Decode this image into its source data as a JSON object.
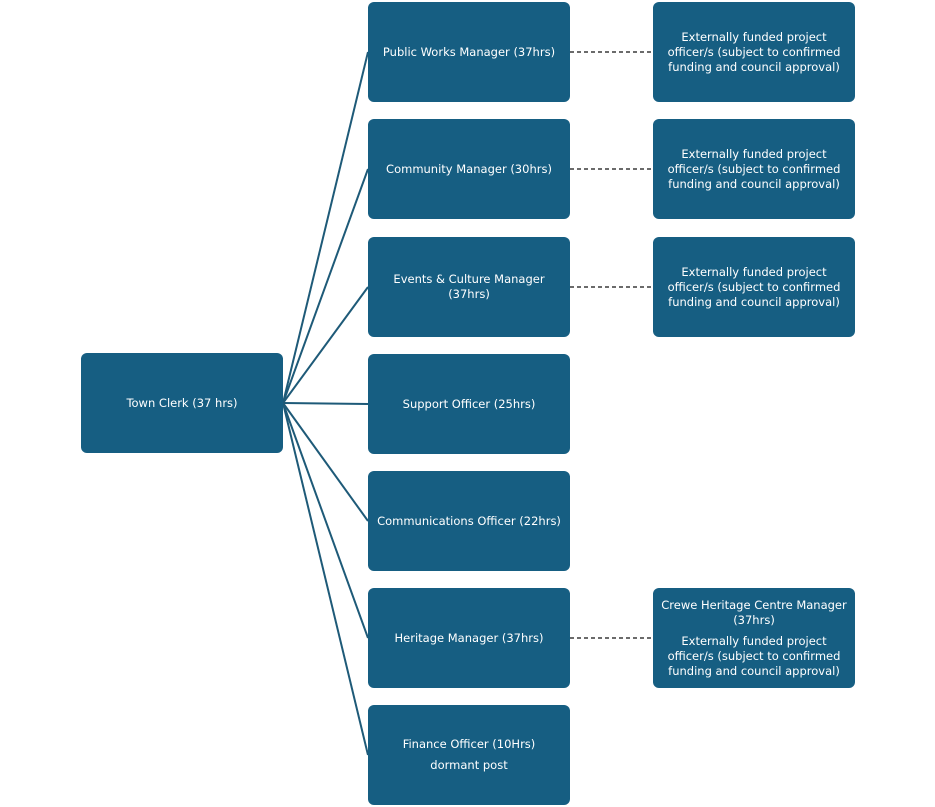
{
  "root": {
    "label": "Town Clerk (37 hrs)"
  },
  "roles": [
    {
      "label": "Public Works Manager (37hrs)"
    },
    {
      "label": "Community Manager (30hrs)"
    },
    {
      "label_line1": "Events & Culture Manager",
      "label_line2": "(37hrs)"
    },
    {
      "label": "Support Officer (25hrs)"
    },
    {
      "label": "Communications Officer (22hrs)"
    },
    {
      "label": "Heritage Manager (37hrs)"
    },
    {
      "label": "Finance Officer (10Hrs)",
      "note": "dormant post"
    }
  ],
  "external": [
    {
      "line1": "Externally funded project",
      "line2": "officer/s (subject to confirmed",
      "line3": "funding and council approval)"
    },
    {
      "line1": "Externally funded project",
      "line2": "officer/s (subject to confirmed",
      "line3": "funding and council approval)"
    },
    {
      "line1": "Externally funded project",
      "line2": "officer/s (subject to confirmed",
      "line3": "funding and council approval)"
    }
  ],
  "heritage_external": {
    "title_line1": "Crewe Heritage Centre Manager",
    "title_line2": "(37hrs)",
    "line1": "Externally funded project",
    "line2": "officer/s (subject to confirmed",
    "line3": "funding and council approval)"
  },
  "colors": {
    "box_fill": "#165E82",
    "box_text": "#FFFFFF",
    "connector": "#1E5A78",
    "dashed_link": "#3A3A3A"
  }
}
